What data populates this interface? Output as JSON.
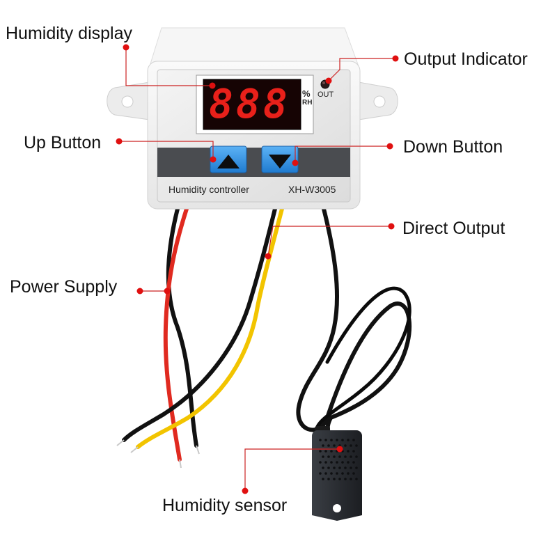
{
  "labels": {
    "humidity_display": "Humidity display",
    "output_indicator": "Output Indicator",
    "up_button": "Up Button",
    "down_button": "Down Button",
    "direct_output": "Direct Output",
    "power_supply": "Power Supply",
    "humidity_sensor": "Humidity sensor"
  },
  "device": {
    "display_digits": "888",
    "unit_top": "%",
    "unit_bottom": "RH",
    "out_label": "OUT",
    "product_name": "Humidity controller",
    "model": "XH-W3005"
  },
  "colors": {
    "callout_line": "#cc2222",
    "callout_dot": "#e01010",
    "display_digit": "#e8201a",
    "button_blue": "#2f8fe0",
    "wire_red": "#e02a20",
    "wire_yellow": "#f2c400",
    "wire_black": "#111111",
    "housing": "#f2f2f2",
    "sensor": "#2b2e33"
  },
  "icons": {
    "up": "triangle-up-icon",
    "down": "triangle-down-icon"
  }
}
